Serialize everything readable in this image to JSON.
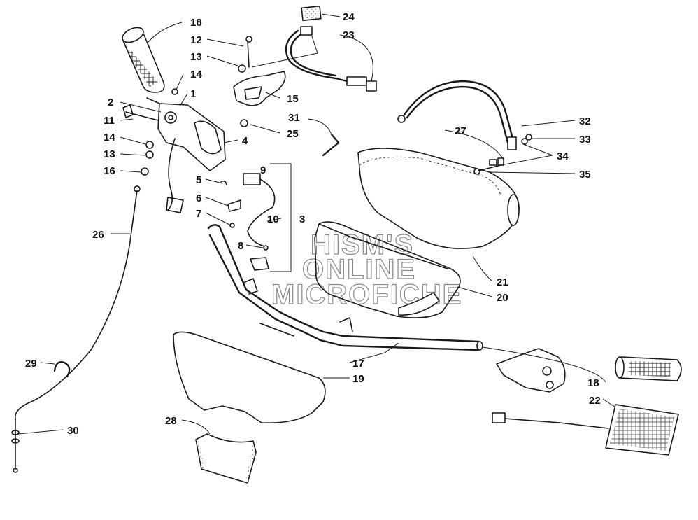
{
  "watermark": {
    "line1": "HISM'S",
    "line2": "ONLINE",
    "line3": "MICROFICHE"
  },
  "callouts": {
    "n1": "1",
    "n2": "2",
    "n3": "3",
    "n4": "4",
    "n5": "5",
    "n6": "6",
    "n7": "7",
    "n8": "8",
    "n9": "9",
    "n10": "10",
    "n11": "11",
    "n12": "12",
    "n13a": "13",
    "n13b": "13",
    "n14a": "14",
    "n14b": "14",
    "n15": "15",
    "n16": "16",
    "n17": "17",
    "n18a": "18",
    "n18b": "18",
    "n19": "19",
    "n20": "20",
    "n21": "21",
    "n22": "22",
    "n23": "23",
    "n24": "24",
    "n25": "25",
    "n26": "26",
    "n27": "27",
    "n28": "28",
    "n29": "29",
    "n30": "30",
    "n31": "31",
    "n32": "32",
    "n33": "33",
    "n34": "34",
    "n35": "35"
  },
  "colors": {
    "ink": "#1a1a1a",
    "watermark": "#8a8a8a",
    "background": "#ffffff"
  }
}
